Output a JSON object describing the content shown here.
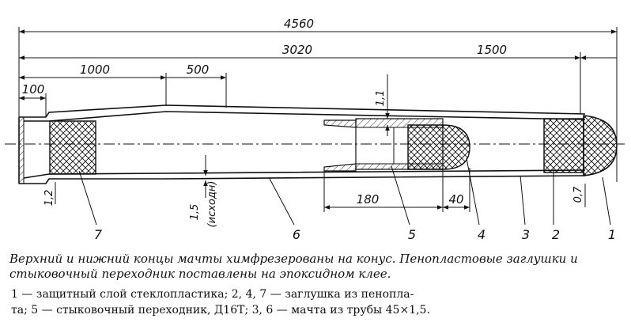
{
  "dimensions": {
    "total": "4560",
    "lower_section": "3020",
    "upper_section": "1500",
    "taper_length": "1000",
    "taper_offset": "500",
    "end_length": "100",
    "wall_reduction": "1,1",
    "adapter_length": "180",
    "plug_length": "40",
    "initial_wall": "1,5",
    "initial_wall_note": "(исходн)",
    "cap_wall": "1,2",
    "coating": "0,7"
  },
  "callouts": [
    "1",
    "2",
    "3",
    "4",
    "5",
    "6",
    "7"
  ],
  "caption": "Верхний и нижний концы мачты химфрезерованы на конус. Пенопластовые заглушки и стыковочный переходник поставлены на эпоксидном клее.",
  "legend": {
    "line1": "1 — защитный слой стеклопластика; 2, 4, 7 — заглушка из пенопла-",
    "line2": "та; 5 — стыковочный переходник, Д16Т; 3, 6 — мачта из трубы 45×1,5."
  }
}
